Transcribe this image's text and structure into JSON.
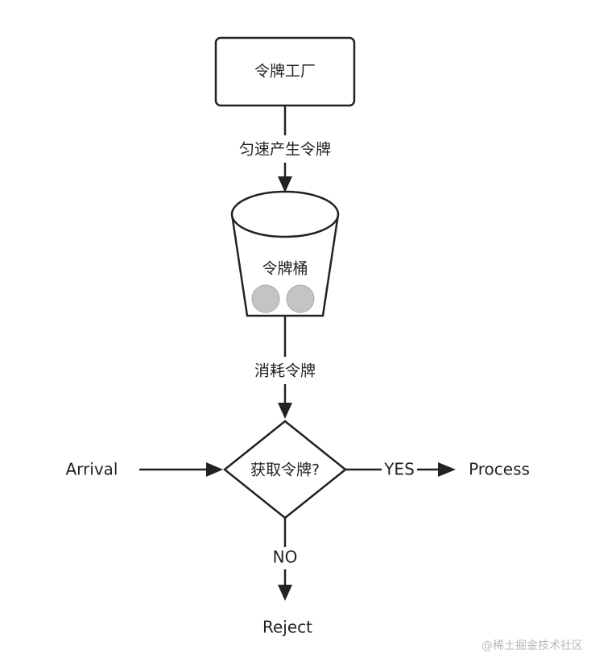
{
  "diagram": {
    "title": "令牌桶",
    "nodes": {
      "factory": {
        "label": "令牌工厂"
      },
      "bucket": {
        "label": "令牌桶",
        "token_count": 2
      },
      "decision": {
        "label": "获取令牌?"
      },
      "arrival": {
        "label": "Arrival"
      },
      "process": {
        "label": "Process"
      },
      "reject": {
        "label": "Reject"
      }
    },
    "edges": {
      "factory_to_bucket": {
        "label": "匀速产生令牌"
      },
      "bucket_to_decision": {
        "label": "消耗令牌"
      },
      "decision_yes": {
        "label": "YES"
      },
      "decision_no": {
        "label": "NO"
      }
    }
  },
  "watermark": "@稀土掘金技术社区",
  "colors": {
    "stroke": "#222222",
    "token_fill": "#c4c4c4",
    "token_stroke": "#aaaaaa",
    "watermark": "#b8b8b8"
  }
}
